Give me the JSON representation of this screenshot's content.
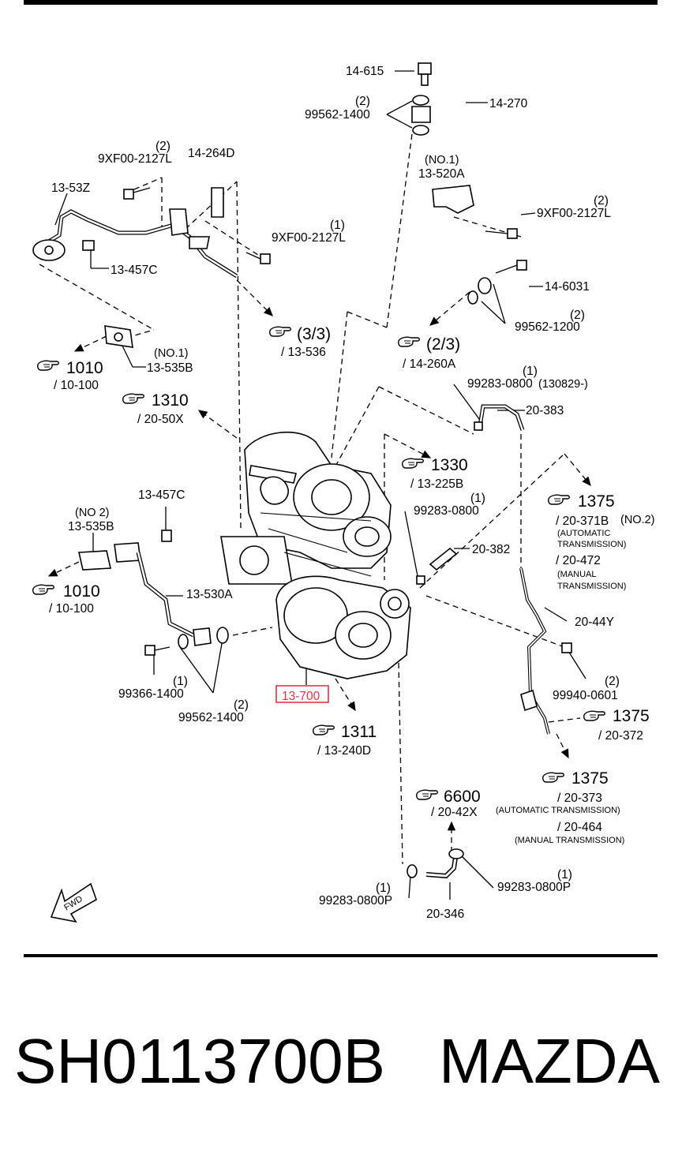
{
  "labels": {
    "p14_615": "14-615",
    "q2_a": "(2)",
    "p99562_1400_top": "99562-1400",
    "p14_270": "14-270",
    "q2_b": "(2)",
    "p9xf00_a": "9XF00-2127L",
    "p14_264d": "14-264D",
    "p13_53z": "13-53Z",
    "q1_a": "(1)",
    "p9xf00_b": "9XF00-2127L",
    "p13_457c_top": "13-457C",
    "no1_a": "(NO.1)",
    "p13_520a": "13-520A",
    "q2_c": "(2)",
    "p9xf00_c": "9XF00-2127L",
    "p14_6031": "14-6031",
    "q2_d": "(2)",
    "p99562_1200": "99562-1200",
    "ref_33": "(3/3)",
    "ref_33_sub": "/ 13-536",
    "ref_23": "(2/3)",
    "ref_23_sub": "/ 14-260A",
    "no1_b": "(NO.1)",
    "p13_535b_top": "13-535B",
    "ref_1010_a": "1010",
    "ref_1010_a_sub": "/ 10-100",
    "q1_b": "(1)",
    "p99283_0800_top": "99283-0800",
    "p99283_0800_top_note": "(130829-)",
    "p20_383": "20-383",
    "ref_1310": "1310",
    "ref_1310_sub": "/ 20-50X",
    "ref_1330": "1330",
    "ref_1330_sub": "/ 13-225B",
    "p13_457c_mid": "13-457C",
    "no2_a": "(NO 2)",
    "p13_535b_mid": "13-535B",
    "q1_c": "(1)",
    "p99283_0800_mid": "99283-0800",
    "ref_1375_a": "1375",
    "ref_1375_a_sub": "/ 20-371B",
    "ref_1375_a_no2": "(NO.2)",
    "ref_1375_a_auto1": "(AUTOMATIC",
    "ref_1375_a_auto2": "TRANSMISSION)",
    "ref_1375_a_sub2": "/ 20-472",
    "ref_1375_a_man1": "(MANUAL",
    "ref_1375_a_man2": "TRANSMISSION)",
    "p20_382": "20-382",
    "ref_1010_b": "1010",
    "ref_1010_b_sub": "/ 10-100",
    "p13_530a": "13-530A",
    "p20_44y": "20-44Y",
    "q2_e": "(2)",
    "p99940_0601": "99940-0601",
    "q1_d": "(1)",
    "p99366_1400": "99366-1400",
    "q2_f": "(2)",
    "p99562_1400_bot": "99562-1400",
    "p13_700": "13-700",
    "ref_1375_b": "1375",
    "ref_1375_b_sub": "/ 20-372",
    "ref_1311": "1311",
    "ref_1311_sub": "/ 13-240D",
    "ref_1375_c": "1375",
    "ref_1375_c_sub": "/ 20-373",
    "ref_1375_c_auto": "(AUTOMATIC TRANSMISSION)",
    "ref_1375_c_sub2": "/ 20-464",
    "ref_1375_c_man": "(MANUAL TRANSMISSION)",
    "ref_6600": "6600",
    "ref_6600_sub": "/ 20-42X",
    "q1_e": "(1)",
    "p99283_0800p_left": "99283-0800P",
    "q1_f": "(1)",
    "p99283_0800p_right": "99283-0800P",
    "p20_346": "20-346",
    "fwd": "FWD"
  },
  "caption": {
    "part_number": "SH0113700B",
    "brand": "MAZDA"
  },
  "highlight_color": "#e2344a"
}
